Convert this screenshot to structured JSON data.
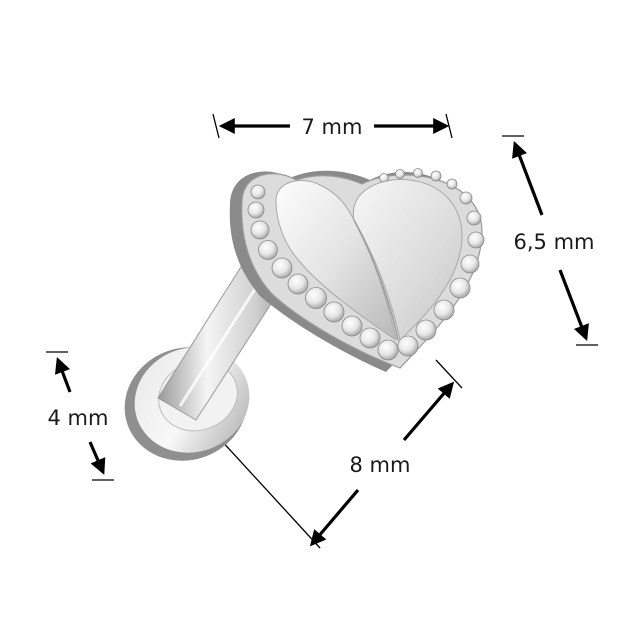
{
  "diagram": {
    "dimensions": {
      "width_label": "7 mm",
      "height_label": "6,5 mm",
      "length_label": "8 mm",
      "disc_label": "4 mm"
    },
    "colors": {
      "metal_light": "#f4f4f4",
      "metal_mid": "#c8c8c8",
      "metal_dark": "#8a8a8a",
      "line": "#000000"
    }
  }
}
